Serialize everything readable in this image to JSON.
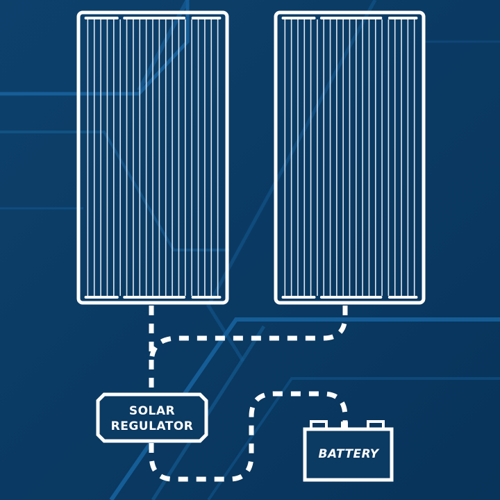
{
  "regulator": {
    "line1": "SOLAR",
    "line2": "REGULATOR"
  },
  "battery": {
    "label": "BATTERY"
  },
  "colors": {
    "background": "#0a3a63",
    "accent_lines": "#1a6aa8",
    "foreground": "#ffffff"
  }
}
